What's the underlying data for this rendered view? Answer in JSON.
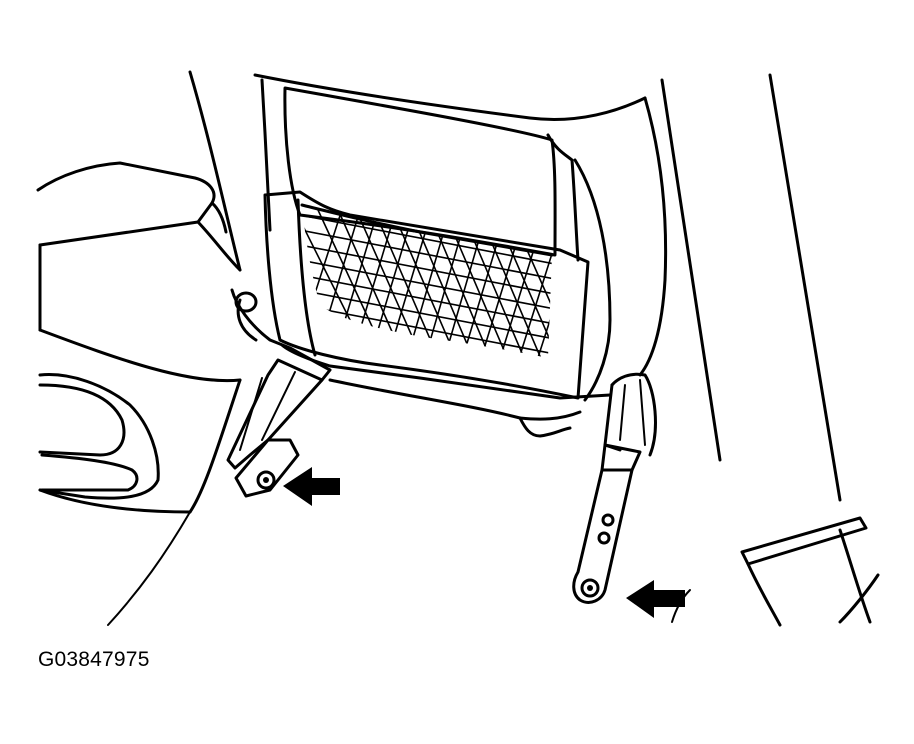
{
  "figure": {
    "code": "G03847975",
    "colors": {
      "ink": "#000000",
      "paper": "#ffffff"
    },
    "callouts": [
      {
        "name": "left-bolt-arrow",
        "icon": "arrow-left-icon"
      },
      {
        "name": "right-bolt-arrow",
        "icon": "arrow-left-icon"
      }
    ]
  }
}
